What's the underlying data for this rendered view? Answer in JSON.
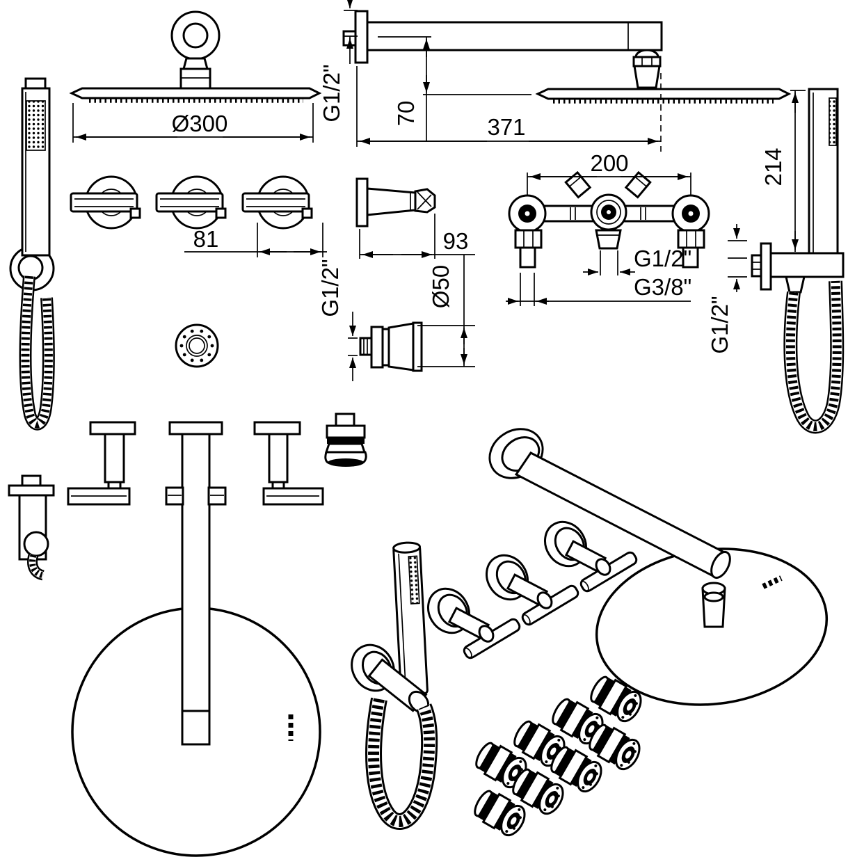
{
  "diagram": {
    "type": "technical-drawing",
    "subject": "shower-set-installation-dimensions",
    "background": "#ffffff",
    "line_color": "#000000",
    "dimensions": {
      "overhead_shower_diameter": "Ø300",
      "arm_wall_thread": "G1/2\"",
      "arm_drop_height": "70",
      "arm_length": "371",
      "valve_port_spacing": "200",
      "handle_lever_length": "81",
      "spout_length": "93",
      "body_jet_thread": "G1/2\"",
      "body_jet_diameter": "Ø50",
      "valve_outlet_thread": "G1/2\"",
      "valve_inlet_thread": "G3/8\"",
      "handshower_height": "214",
      "outlet_elbow_thread": "G1/2\""
    }
  }
}
